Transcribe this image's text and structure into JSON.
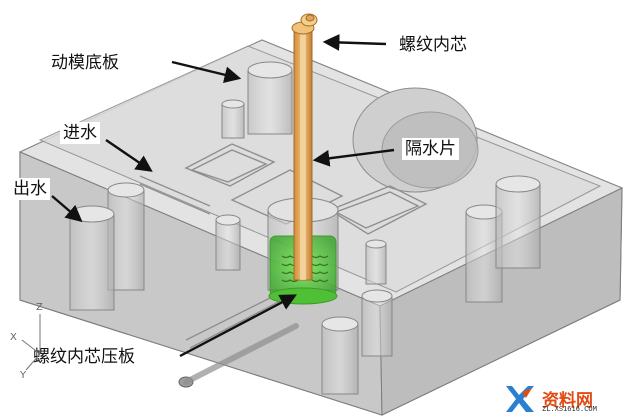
{
  "labels": {
    "moving_base_plate": "动模底板",
    "water_in": "进水",
    "water_out": "出水",
    "threaded_core": "螺纹内芯",
    "baffle": "隔水片",
    "threaded_core_press_plate": "螺纹内芯压板"
  },
  "axes": {
    "x": "X",
    "y": "Y",
    "z": "Z"
  },
  "watermark": {
    "title": "资料网",
    "url": "ZL.XS1616.COM"
  },
  "colors": {
    "plate_fill": "#d7d7d7",
    "plate_edge": "#7a7a7a",
    "core_rod": "#e8a95a",
    "press_plate": "#58d13a",
    "watermark_accent": "#e14b14"
  }
}
